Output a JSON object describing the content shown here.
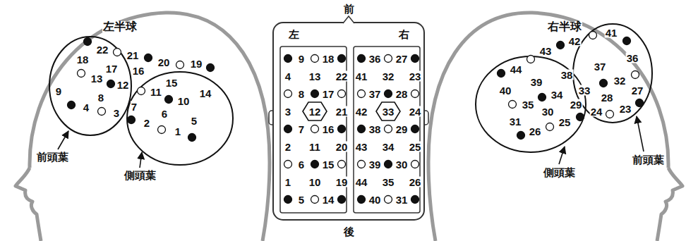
{
  "diagram": {
    "labels": [
      "左半球",
      "22",
      "21",
      "20",
      "19",
      "18",
      "17",
      "16",
      "13",
      "12",
      "15",
      "9",
      "11",
      "14",
      "8",
      "10",
      "4",
      "3",
      "7",
      "6",
      "2",
      "5",
      "1",
      "前頭葉",
      "側頭葉",
      "左",
      "前",
      "右",
      "9",
      "18",
      "4",
      "13",
      "22",
      "8",
      "17",
      "3",
      "12",
      "21",
      "7",
      "16",
      "2",
      "11",
      "20",
      "6",
      "15",
      "1",
      "10",
      "19",
      "5",
      "14",
      "36",
      "27",
      "41",
      "32",
      "23",
      "37",
      "28",
      "42",
      "33",
      "24",
      "38",
      "29",
      "43",
      "34",
      "25",
      "39",
      "30",
      "44",
      "35",
      "26",
      "40",
      "31",
      "後",
      "右半球",
      "42",
      "41",
      "44",
      "43",
      "36",
      "39",
      "38",
      "37",
      "40",
      "32",
      "34",
      "33",
      "35",
      "28",
      "27",
      "30",
      "29",
      "24",
      "31",
      "23",
      "26",
      "25",
      "側頭葉",
      "前頭葉"
    ]
  }
}
